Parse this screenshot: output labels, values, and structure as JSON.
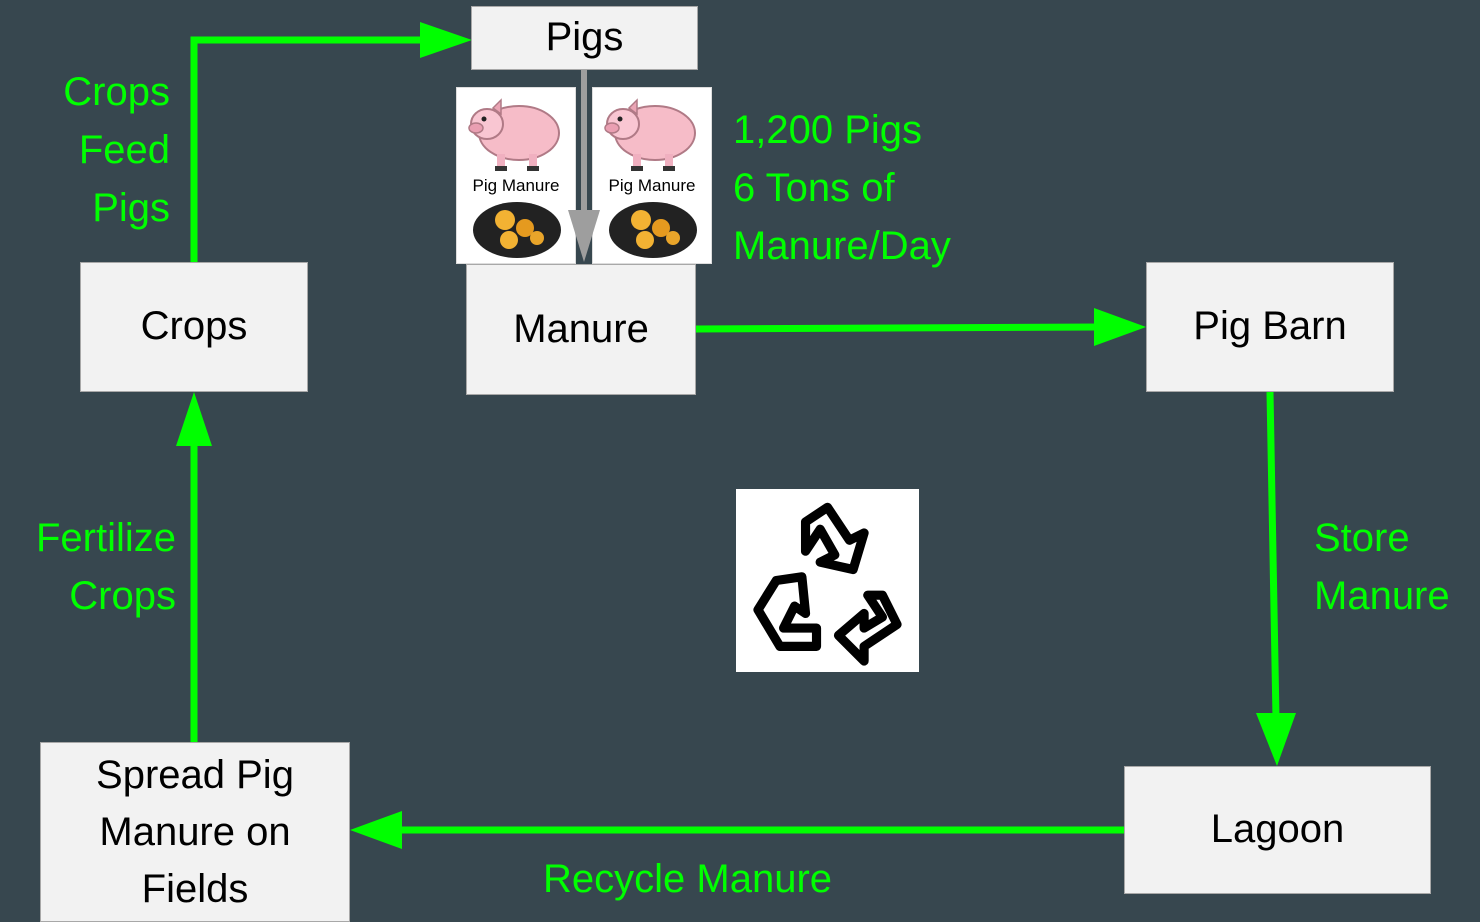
{
  "nodes": {
    "pigs": "Pigs",
    "crops": "Crops",
    "manure": "Manure",
    "pig_barn": "Pig Barn",
    "lagoon": "Lagoon",
    "spread": [
      "Spread Pig",
      "Manure on",
      "Fields"
    ]
  },
  "labels": {
    "crops_feed_pigs": [
      "Crops",
      "Feed",
      "Pigs"
    ],
    "stats": [
      "1,200 Pigs",
      "6 Tons of",
      "Manure/Day"
    ],
    "fertilize_crops": [
      "Fertilize",
      "Crops"
    ],
    "store_manure": [
      "Store",
      "Manure"
    ],
    "recycle_manure": "Recycle Manure"
  },
  "images": {
    "pig_manure_caption": "Pig Manure"
  },
  "colors": {
    "background": "#37474f",
    "arrow": "#00ff00",
    "label": "#00ff00",
    "node_fill": "#f2f2f2",
    "gray_arrow": "#9e9e9e"
  }
}
